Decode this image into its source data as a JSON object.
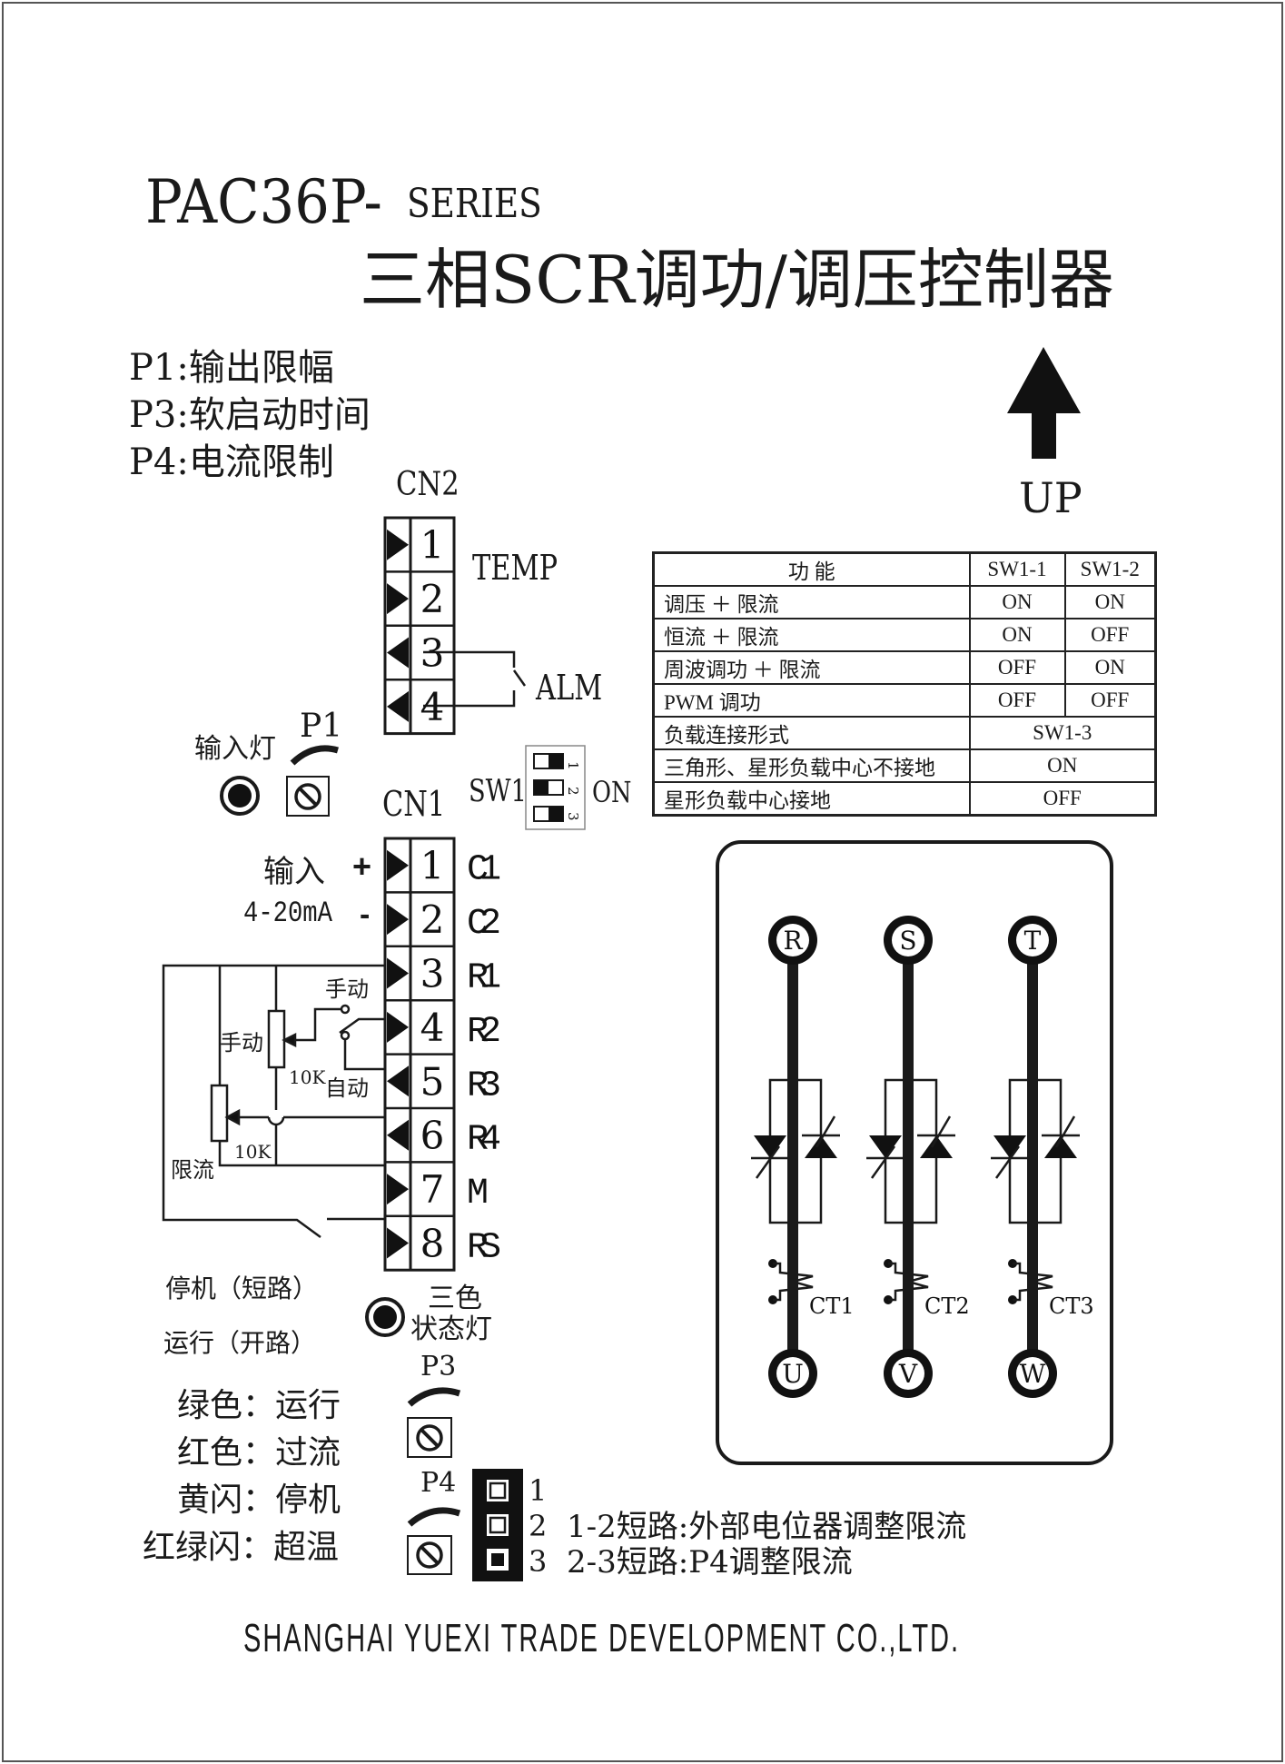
{
  "title": {
    "model": "PAC36P-",
    "series": "SERIES",
    "name": "三相SCR调功/调压控制器"
  },
  "pots_legend": [
    "P1:输出限幅",
    "P3:软启动时间",
    "P4:电流限制"
  ],
  "up_label": "UP",
  "cn2": {
    "label": "CN2",
    "pins": [
      "1",
      "2",
      "3",
      "4"
    ],
    "temp": "TEMP",
    "alm": "ALM"
  },
  "cn1": {
    "label": "CN1",
    "pins": [
      "1",
      "2",
      "3",
      "4",
      "5",
      "6",
      "7",
      "8"
    ],
    "signals": [
      "C1",
      "C2",
      "R1",
      "R2",
      "R3",
      "R4",
      "M",
      "RS"
    ]
  },
  "input": {
    "label": "输入",
    "range": "4-20mA",
    "plus": "+",
    "minus": "-"
  },
  "input_led": "输入灯",
  "p1": "P1",
  "p3": "P3",
  "p4": "P4",
  "sw1": {
    "label": "SW1",
    "on": "ON",
    "positions": [
      "1",
      "2",
      "3"
    ]
  },
  "circuit": {
    "manual_top": "手动",
    "manual_pot": "手动",
    "auto": "自动",
    "r1": "10K",
    "r2": "10K",
    "limit": "限流"
  },
  "stop": "停机（短路）",
  "run": "运行（开路）",
  "status_led": [
    "三色",
    "状态灯"
  ],
  "led_legend": [
    {
      "color": "绿色：",
      "meaning": "运行"
    },
    {
      "color": "红色：",
      "meaning": "过流"
    },
    {
      "color": "黄闪：",
      "meaning": "停机"
    },
    {
      "color": "红绿闪：",
      "meaning": "超温"
    }
  ],
  "jumper": {
    "pins": [
      "1",
      "2",
      "3"
    ],
    "note1": "1-2短路:外部电位器调整限流",
    "note2": "2-3短路:P4调整限流"
  },
  "table": {
    "header": [
      "功 能",
      "SW1-1",
      "SW1-2"
    ],
    "rows": [
      [
        "调压 ＋ 限流",
        "ON",
        "ON"
      ],
      [
        "恒流 ＋ 限流",
        "ON",
        "OFF"
      ],
      [
        "周波调功 ＋ 限流",
        "OFF",
        "ON"
      ],
      [
        "PWM 调功",
        "OFF",
        "OFF"
      ]
    ],
    "load_header": [
      "负载连接形式",
      "SW1-3"
    ],
    "load_rows": [
      [
        "三角形、星形负载中心不接地",
        "ON"
      ],
      [
        "星形负载中心接地",
        "OFF"
      ]
    ]
  },
  "power": {
    "inputs": [
      "R",
      "S",
      "T"
    ],
    "outputs": [
      "U",
      "V",
      "W"
    ],
    "cts": [
      "CT1",
      "CT2",
      "CT3"
    ]
  },
  "footer": "SHANGHAI YUEXI TRADE DEVELOPMENT CO.,LTD."
}
